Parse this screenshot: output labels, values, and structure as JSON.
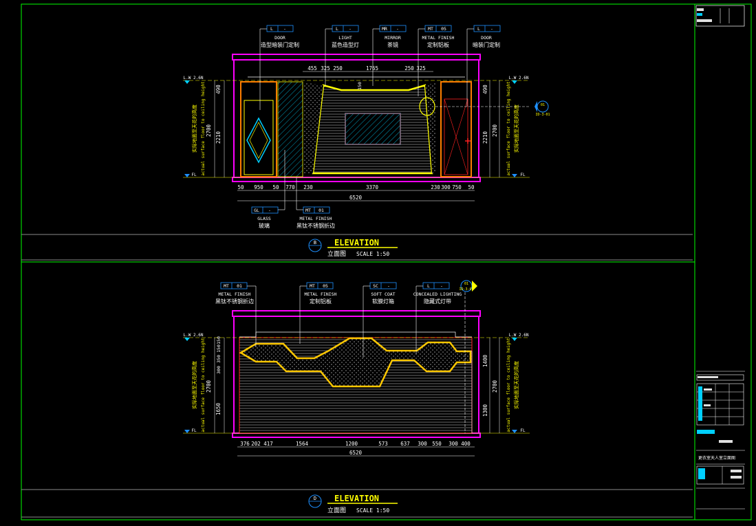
{
  "colors": {
    "frame": "#00ff00",
    "wall": "#ff00ff",
    "yellow": "#ffff00",
    "cyan": "#00d0ff",
    "blue": "#1e90ff",
    "orange": "#ff7f00",
    "red": "#ff2020",
    "white": "#ffffff",
    "gray": "#8a8a8a"
  },
  "elevation_b": {
    "title": "ELEVATION",
    "subtitle": "立面图",
    "scale": "SCALE 1:50",
    "marker": "B",
    "callouts_top": [
      {
        "code": "L",
        "num": "-",
        "en": "DOOR",
        "cn": "造型暗装门定制"
      },
      {
        "code": "L",
        "num": "-",
        "en": "LIGHT",
        "cn": "蓝色造型灯"
      },
      {
        "code": "MR",
        "num": "-",
        "en": "MIRROR",
        "cn": "茶镜"
      },
      {
        "code": "MT",
        "num": "05",
        "en": "METAL FINISH",
        "cn": "定制铝板"
      },
      {
        "code": "L",
        "num": "-",
        "en": "DOOR",
        "cn": "暗装门定制"
      }
    ],
    "callouts_bottom": [
      {
        "code": "GL",
        "num": "-",
        "en": "GLASS",
        "cn": "玻璃"
      },
      {
        "code": "MT",
        "num": "01",
        "en": "METAL FINISH",
        "cn": "黑钛不锈钢折边"
      }
    ],
    "top_dims": [
      "455",
      "325",
      "250",
      "1765",
      "250",
      "325"
    ],
    "dim_small": "150",
    "bottom_dims": [
      "50",
      "950",
      "50",
      "770",
      "230",
      "3370",
      "230",
      "300",
      "750",
      "50"
    ],
    "total": "6520",
    "left_dims": [
      "490",
      "2700",
      "2210"
    ],
    "right_dims": [
      "490",
      "2700",
      "2210"
    ],
    "level_top": "L.W 2.6N",
    "level_bottom": "FL",
    "side_text_cn": "实际地面至天花的高度",
    "side_text_en": "actual surface floor to ceiling height",
    "section_marker": {
      "num": "01",
      "ref": "ID-3-01"
    }
  },
  "elevation_d": {
    "title": "ELEVATION",
    "subtitle": "立面图",
    "scale": "SCALE 1:50",
    "marker": "D",
    "callouts_top": [
      {
        "code": "MT",
        "num": "01",
        "en": "METAL FINISH",
        "cn": "黑钛不锈钢折边"
      },
      {
        "code": "MT",
        "num": "05",
        "en": "METAL FINISH",
        "cn": "定制铝板"
      },
      {
        "code": "SC",
        "num": "-",
        "en": "SOFT COAT",
        "cn": "软膜灯箱"
      },
      {
        "code": "L",
        "num": "-",
        "en": "CONCEALED LIGHTING",
        "cn": "隐藏式灯带"
      }
    ],
    "bottom_dims": [
      "376",
      "202",
      "417",
      "1564",
      "1200",
      "573",
      "637",
      "300",
      "550",
      "300",
      "400"
    ],
    "total": "6520",
    "left_dims": [
      "150",
      "150",
      "350",
      "300",
      "2700",
      "1650"
    ],
    "right_dims": [
      "1400",
      "2700",
      "1300"
    ],
    "level_top": "L.W 2.6N",
    "level_bottom": "FL",
    "side_text_cn": "实际地面至天花的高度",
    "side_text_en": "actual surface floor to ceiling height",
    "section_marker": {
      "num": "01",
      "ref": "ID-3-01"
    }
  },
  "title_block": {
    "drawing_name": "更衣室天人室立面图"
  }
}
